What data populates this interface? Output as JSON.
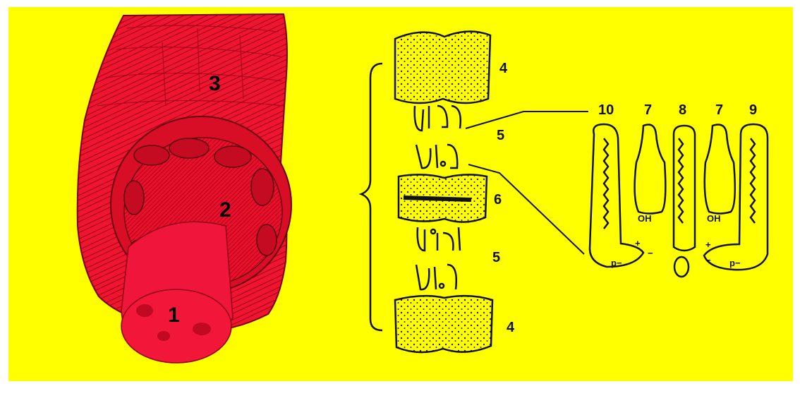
{
  "colors": {
    "background": "#ffff00",
    "nerve": "#f01030",
    "ink": "#111111"
  },
  "labels": {
    "core": "1",
    "middle": "2",
    "outer": "3",
    "layer_a_top": "4",
    "layer_a_bottom": "4",
    "layer_b_top": "5",
    "layer_b_bottom": "5",
    "layer_c": "6",
    "detail_1": "10",
    "detail_2": "7",
    "detail_3": "8",
    "detail_4": "7",
    "detail_5": "9"
  },
  "glyphs": {
    "oh_left": "OH",
    "oh_right": "OH",
    "plus_left": "+",
    "minus_left": "−",
    "plus_right": "+",
    "minus_right": "−",
    "p_left": "p−",
    "p_right": "p−"
  }
}
